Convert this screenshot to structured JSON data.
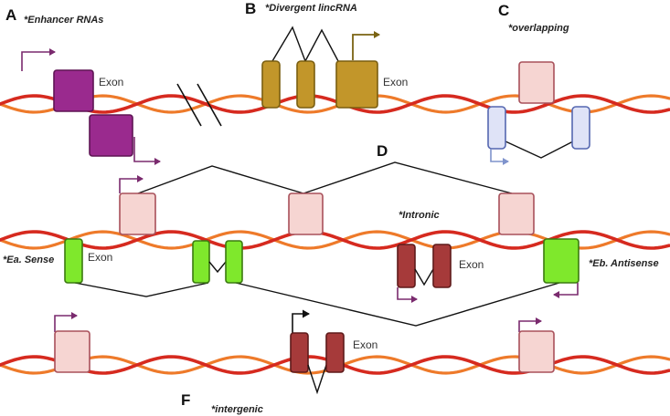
{
  "panels": {
    "A": {
      "letter": "A",
      "title": "*Enhancer RNAs",
      "exon_label": "Exon"
    },
    "B": {
      "letter": "B",
      "title": "*Divergent lincRNA",
      "exon_label": "Exon"
    },
    "C": {
      "letter": "C",
      "title": "*overlapping"
    },
    "D": {
      "letter": "D",
      "title": "*Intronic",
      "exon_label": "Exon"
    },
    "E": {
      "sense_title": "*Ea. Sense",
      "antisense_title": "*Eb. Antisense",
      "exon_label": "Exon"
    },
    "F": {
      "letter": "F",
      "title": "*intergenic",
      "exon_label": "Exon"
    }
  },
  "colors": {
    "strand_red": "#d62a1f",
    "strand_orange": "#ee7a2a",
    "gene_exon_fill": "#f6d5d2",
    "gene_exon_stroke": "#a8505a",
    "enhancer_fill": "#9a2a8e",
    "lincrna_fill": "#c2962a",
    "overlap_fill": "#dfe3f7",
    "overlap_stroke": "#5567b0",
    "sense_fill": "#7fe82c",
    "intronic_fill": "#a63a3a",
    "arrow_purple": "#7a2a6e",
    "arrow_olive": "#7a6312",
    "arrow_blue": "#7f93cc",
    "arrow_black": "#111111"
  }
}
